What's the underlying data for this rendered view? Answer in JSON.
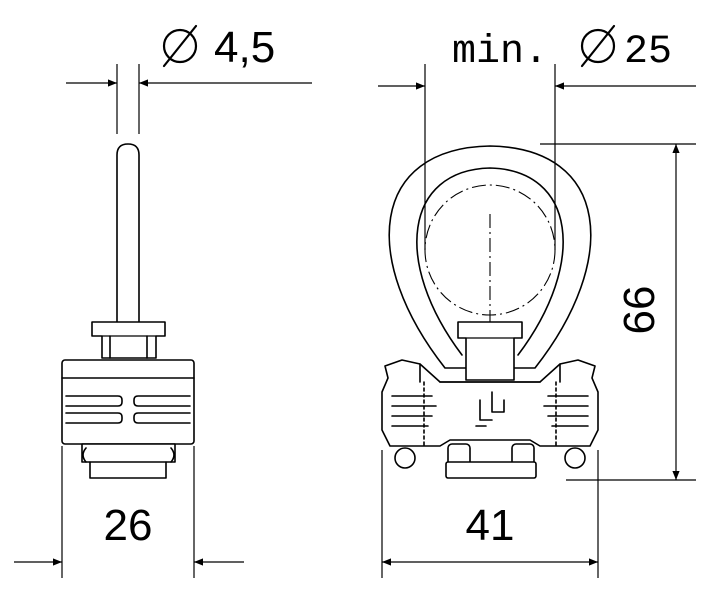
{
  "dimensions": {
    "pin_diameter": "4,5",
    "ring_min_prefix": "min.",
    "ring_diameter": "25",
    "height": "66",
    "width_side": "26",
    "width_front": "41"
  },
  "symbols": {
    "diameter": "diameter-symbol"
  }
}
